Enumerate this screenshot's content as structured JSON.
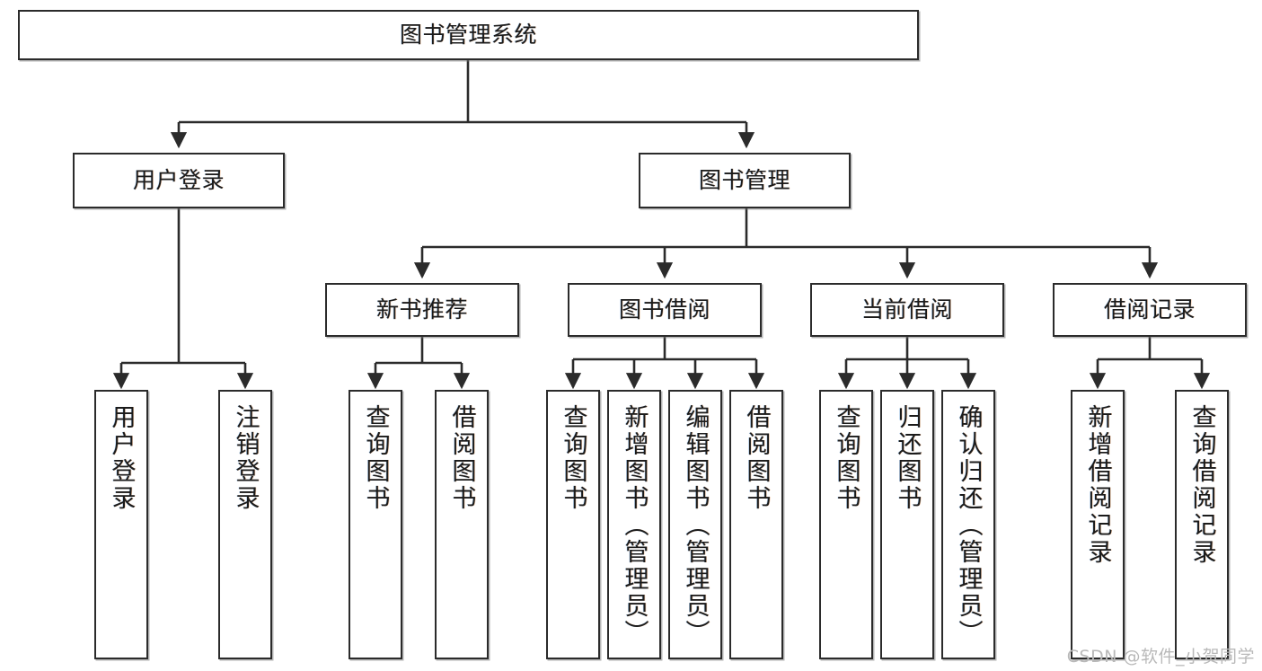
{
  "diagram": {
    "type": "tree",
    "title": "图书管理系统",
    "stroke_color": "#2b2b2b",
    "fill_color": "#ffffff",
    "text_color": "#1b1b1b"
  },
  "watermark": {
    "text": "CSDN @软件_小贺同学",
    "color": "#b9b9b9"
  },
  "nodes": {
    "root": {
      "label": "图书管理系统"
    },
    "level2": [
      {
        "label": "用户登录"
      },
      {
        "label": "图书管理"
      }
    ],
    "level3": [
      {
        "label": "新书推荐"
      },
      {
        "label": "图书借阅"
      },
      {
        "label": "当前借阅"
      },
      {
        "label": "借阅记录"
      }
    ],
    "leaves_user_login": [
      {
        "label": "用户登录"
      },
      {
        "label": "注销登录"
      }
    ],
    "leaves_new_book": [
      {
        "label": "查询图书"
      },
      {
        "label": "借阅图书"
      }
    ],
    "leaves_borrow": [
      {
        "label": "查询图书"
      },
      {
        "label": "新增图书（管理员）"
      },
      {
        "label": "编辑图书（管理员）"
      },
      {
        "label": "借阅图书"
      }
    ],
    "leaves_current": [
      {
        "label": "查询图书"
      },
      {
        "label": "归还图书"
      },
      {
        "label": "确认归还（管理员）"
      }
    ],
    "leaves_records": [
      {
        "label": "新增借阅记录"
      },
      {
        "label": "查询借阅记录"
      }
    ]
  }
}
